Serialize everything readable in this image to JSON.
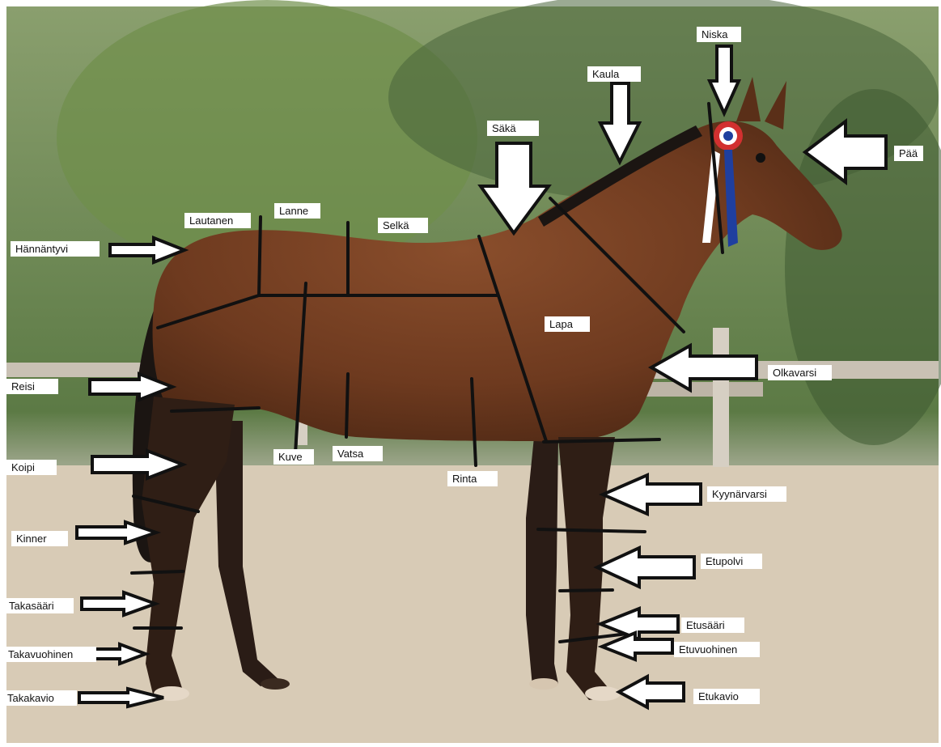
{
  "colors": {
    "background": "#ffffff",
    "sky_foliage": "#8a9f6e",
    "trees_dark": "#4f6b38",
    "arena_sand": "#d8cbb6",
    "fence": "#c9c1b4",
    "horse_coat": "#6e3a1f",
    "horse_legs": "#2a1c16",
    "mane_tail": "#1b1512",
    "annotation": "#111111",
    "arrow_fill": "#ffffff"
  },
  "labels": {
    "niska": "Niska",
    "kaula": "Kaula",
    "saka": "Säkä",
    "paa": "Pää",
    "lanne": "Lanne",
    "lautanen": "Lautanen",
    "selka": "Selkä",
    "hannantyvi": "Hännäntyvi",
    "lapa": "Lapa",
    "olkavarsi": "Olkavarsi",
    "reisi": "Reisi",
    "kuve": "Kuve",
    "vatsa": "Vatsa",
    "rinta": "Rinta",
    "koipi": "Koipi",
    "kyynarvarsi": "Kyynärvarsi",
    "kinner": "Kinner",
    "etupolvi": "Etupolvi",
    "takasaari": "Takasääri",
    "etusaari": "Etusääri",
    "etuvuohinen": "Etuvuohinen",
    "takavuohinen": "Takavuohinen",
    "takakavio": "Takakavio",
    "etukavio": "Etukavio"
  },
  "icons": {
    "arrow": "hollow-block-arrow-icon"
  }
}
